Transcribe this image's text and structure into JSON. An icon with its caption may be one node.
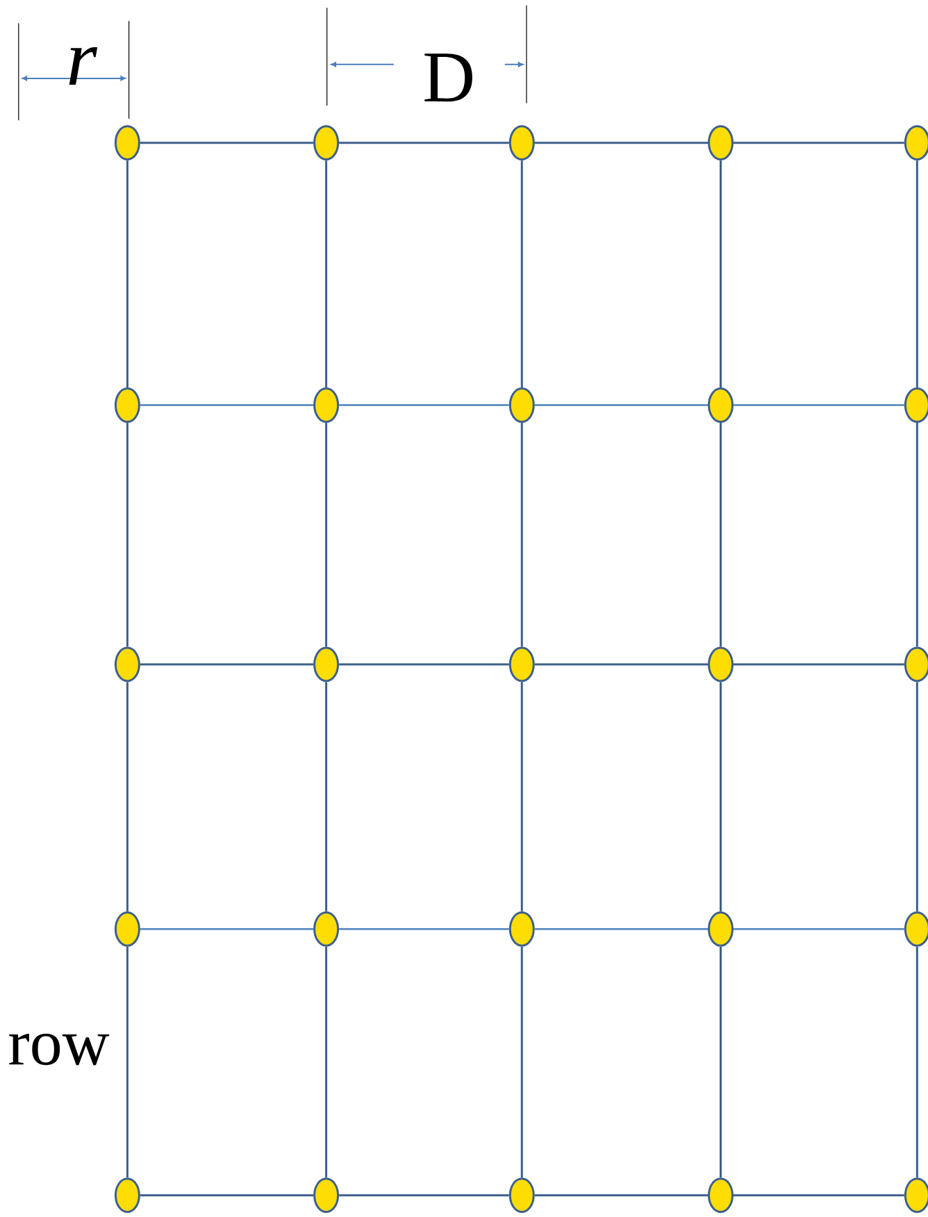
{
  "diagram": {
    "nodes": [
      {
        "text": [],
        "shape": "circle"
      },
      {
        "text": [],
        "shape": "circle"
      },
      {
        "text": [],
        "shape": "circle"
      },
      {
        "text": [],
        "shape": "circle"
      },
      {
        "text": [],
        "shape": "circle"
      },
      {
        "text": [],
        "shape": "circle"
      },
      {
        "text": [],
        "shape": "circle"
      },
      {
        "text": [],
        "shape": "circle"
      },
      {
        "text": [],
        "shape": "circle"
      },
      {
        "text": [],
        "shape": "circle"
      },
      {
        "text": [],
        "shape": "circle"
      },
      {
        "text": [],
        "shape": "circle"
      },
      {
        "text": [],
        "shape": "circle"
      },
      {
        "text": [],
        "shape": "circle"
      },
      {
        "text": [],
        "shape": "circle"
      },
      {
        "text": [],
        "shape": "circle"
      },
      {
        "text": [],
        "shape": "circle"
      },
      {
        "text": [],
        "shape": "circle"
      },
      {
        "text": [],
        "shape": "circle"
      },
      {
        "text": [],
        "shape": "circle"
      },
      {
        "text": [],
        "shape": "circle"
      },
      {
        "text": [],
        "shape": "circle"
      },
      {
        "text": [],
        "shape": "circle"
      },
      {
        "text": [],
        "shape": "circle"
      },
      {
        "text": [],
        "shape": "circle"
      }
    ],
    "edges": [
      {
        "from": 0,
        "to": 1,
        "arrow": "none"
      },
      {
        "from": 1,
        "to": 2,
        "arrow": "none"
      },
      {
        "from": 2,
        "to": 3,
        "arrow": "none"
      },
      {
        "from": 3,
        "to": 4,
        "arrow": "none"
      },
      {
        "from": 5,
        "to": 6,
        "arrow": "none",
        "color": "#4f81bd"
      },
      {
        "from": 6,
        "to": 7,
        "arrow": "none",
        "color": "#4f81bd"
      },
      {
        "from": 7,
        "to": 8,
        "arrow": "none",
        "color": "#4f81bd"
      },
      {
        "from": 8,
        "to": 9,
        "arrow": "none",
        "color": "#4f81bd"
      },
      {
        "from": 10,
        "to": 11,
        "arrow": "none"
      },
      {
        "from": 11,
        "to": 12,
        "arrow": "none"
      },
      {
        "from": 12,
        "to": 13,
        "arrow": "none"
      },
      {
        "from": 13,
        "to": 14,
        "arrow": "none"
      },
      {
        "from": 15,
        "to": 16,
        "arrow": "none",
        "color": "#4f81bd"
      },
      {
        "from": 16,
        "to": 17,
        "arrow": "none",
        "color": "#4f81bd"
      },
      {
        "from": 17,
        "to": 18,
        "arrow": "none",
        "color": "#4f81bd"
      },
      {
        "from": 18,
        "to": 19,
        "arrow": "none",
        "color": "#4f81bd"
      },
      {
        "from": 20,
        "to": 21,
        "arrow": "none"
      },
      {
        "from": 21,
        "to": 22,
        "arrow": "none"
      },
      {
        "from": 22,
        "to": 23,
        "arrow": "none"
      },
      {
        "from": 23,
        "to": 24,
        "arrow": "none"
      },
      {
        "from": 0,
        "to": 5,
        "arrow": "none"
      },
      {
        "from": 5,
        "to": 10,
        "arrow": "none"
      },
      {
        "from": 10,
        "to": 15,
        "arrow": "none"
      },
      {
        "from": 15,
        "to": 20,
        "arrow": "none"
      },
      {
        "from": 1,
        "to": 6,
        "arrow": "none"
      },
      {
        "from": 6,
        "to": 11,
        "arrow": "none"
      },
      {
        "from": 11,
        "to": 16,
        "arrow": "none"
      },
      {
        "from": 16,
        "to": 21,
        "arrow": "none"
      },
      {
        "from": 2,
        "to": 7,
        "arrow": "none"
      },
      {
        "from": 7,
        "to": 12,
        "arrow": "none"
      },
      {
        "from": 12,
        "to": 17,
        "arrow": "none"
      },
      {
        "from": 17,
        "to": 22,
        "arrow": "none"
      },
      {
        "from": 3,
        "to": 8,
        "arrow": "none"
      },
      {
        "from": 8,
        "to": 13,
        "arrow": "none"
      },
      {
        "from": 13,
        "to": 18,
        "arrow": "none"
      },
      {
        "from": 18,
        "to": 23,
        "arrow": "none"
      },
      {
        "from": 4,
        "to": 9,
        "arrow": "none"
      },
      {
        "from": 9,
        "to": 14,
        "arrow": "none"
      },
      {
        "from": 14,
        "to": 19,
        "arrow": "none"
      },
      {
        "from": 19,
        "to": 24,
        "arrow": "none"
      }
    ],
    "labels": [
      "r",
      "D",
      "row"
    ]
  }
}
